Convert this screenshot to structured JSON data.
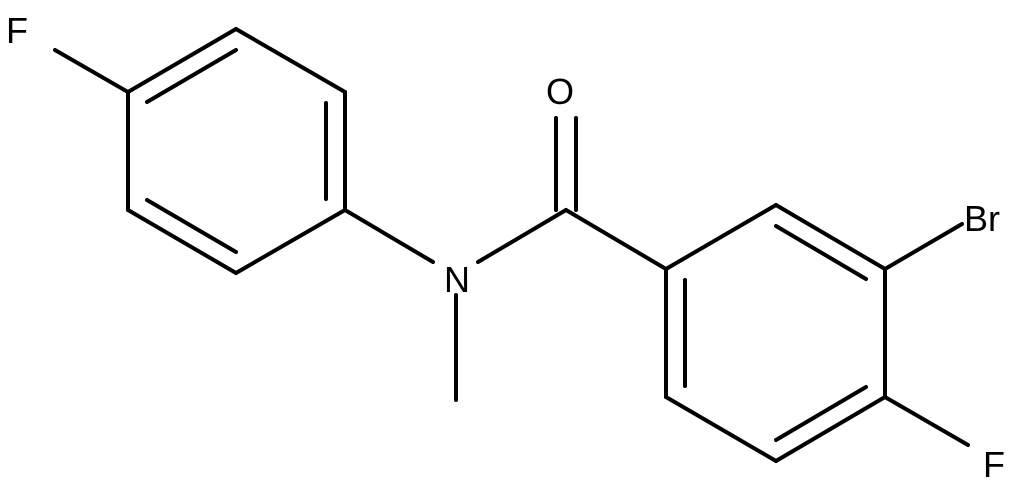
{
  "atoms": {
    "fluorine_top_left": "F",
    "oxygen": "O",
    "nitrogen": "N",
    "bromine": "Br",
    "fluorine_bottom_right": "F"
  },
  "colors": {
    "bond": "#000000",
    "label": "#000000",
    "background": "#ffffff"
  }
}
